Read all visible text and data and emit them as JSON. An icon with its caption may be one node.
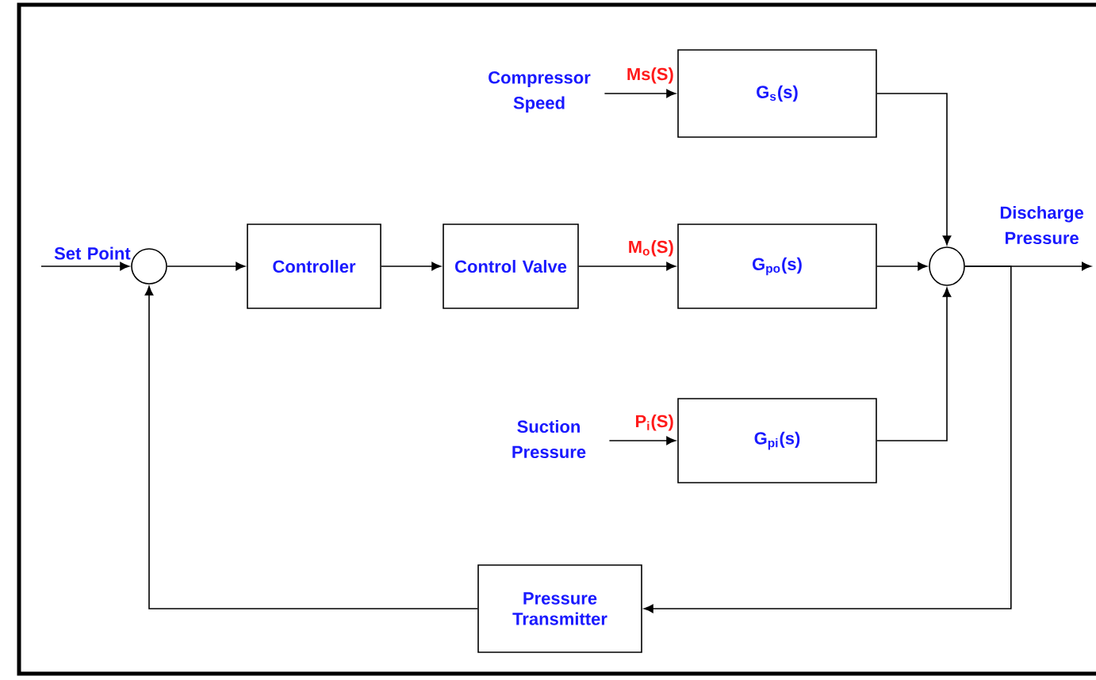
{
  "diagram": {
    "nodes": [
      {
        "text": [],
        "shape": "circle"
      },
      {
        "text": [
          "Controller"
        ]
      },
      {
        "text": [
          "Control Valve"
        ]
      },
      {
        "text": [
          "G$_{s}$(s)"
        ]
      },
      {
        "text": [
          "G$_{po}$(s)"
        ]
      },
      {
        "text": [
          "G$_{pi}$(s)"
        ]
      },
      {
        "text": [],
        "shape": "circle"
      },
      {
        "text": [
          "Pressure Transmitter"
        ]
      },
      {
        "text": [
          "Set Point"
        ]
      },
      {
        "text": [
          "Compressor Speed"
        ]
      },
      {
        "text": [
          "Suction Pressure"
        ]
      },
      {
        "text": [
          "Discharge Pressure"
        ]
      }
    ],
    "edges": [
      {
        "from": 8,
        "to": 0,
        "arrow": "to"
      },
      {
        "from": 0,
        "to": 1,
        "arrow": "to"
      },
      {
        "from": 1,
        "to": 2,
        "arrow": "to"
      },
      {
        "from": 2,
        "to": 4,
        "arrow": "to",
        "label": "M$_{o}$(S)"
      },
      {
        "from": 9,
        "to": 3,
        "arrow": "to",
        "label": "Ms(S)"
      },
      {
        "from": 10,
        "to": 5,
        "arrow": "to",
        "label": "P$_{i}$(S)"
      },
      {
        "from": 3,
        "to": 6,
        "arrow": "to"
      },
      {
        "from": 4,
        "to": 6,
        "arrow": "to"
      },
      {
        "from": 5,
        "to": 6,
        "arrow": "to"
      },
      {
        "from": 6,
        "to": 11,
        "arrow": "to"
      },
      {
        "from": 6,
        "to": 7,
        "arrow": "to"
      },
      {
        "from": 7,
        "to": 0,
        "arrow": "to"
      }
    ]
  }
}
